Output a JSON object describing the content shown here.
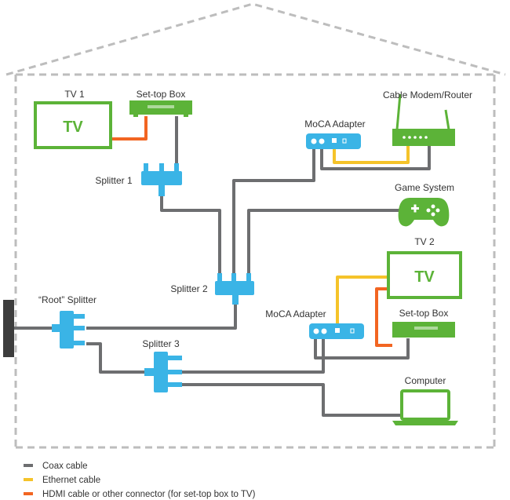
{
  "labels": {
    "tv1": "TV 1",
    "tv1_screen": "TV",
    "settop1": "Set-top Box",
    "cable_modem": "Cable Modem/Router",
    "moca1": "MoCA Adapter",
    "splitter1": "Splitter 1",
    "game_system": "Game System",
    "tv2": "TV 2",
    "tv2_screen": "TV",
    "splitter2": "Splitter 2",
    "root_splitter": "“Root” Splitter",
    "moca2": "MoCA Adapter",
    "settop2": "Set-top Box",
    "splitter3": "Splitter 3",
    "computer": "Computer"
  },
  "legend": [
    {
      "label": "Coax cable",
      "color": "#6d6e70"
    },
    {
      "label": "Ethernet cable",
      "color": "#f5c32a"
    },
    {
      "label": "HDMI cable or other connector (for set-top box to TV)",
      "color": "#f26522"
    }
  ],
  "colors": {
    "coax": "#6d6e70",
    "ethernet": "#f5c32a",
    "hdmi": "#f26522",
    "device_green": "#5cb338",
    "splitter_blue": "#3ab4e6",
    "house_outline": "#bdbdbd"
  }
}
